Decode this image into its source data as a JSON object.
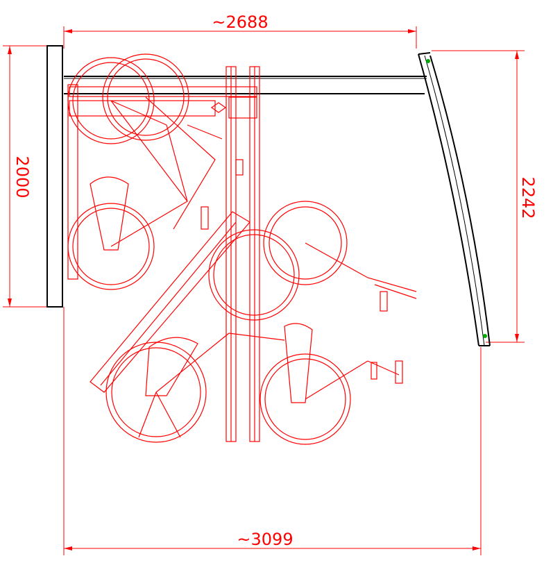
{
  "dimensions": {
    "top_width": "~2688",
    "left_height": "2000",
    "right_height": "2242",
    "bottom_width": "~3099"
  },
  "colors": {
    "bike_lines": "#ff0000",
    "structure": "#000000",
    "dimension_lines": "#ff0000",
    "fixing_points": "#00aa00"
  }
}
